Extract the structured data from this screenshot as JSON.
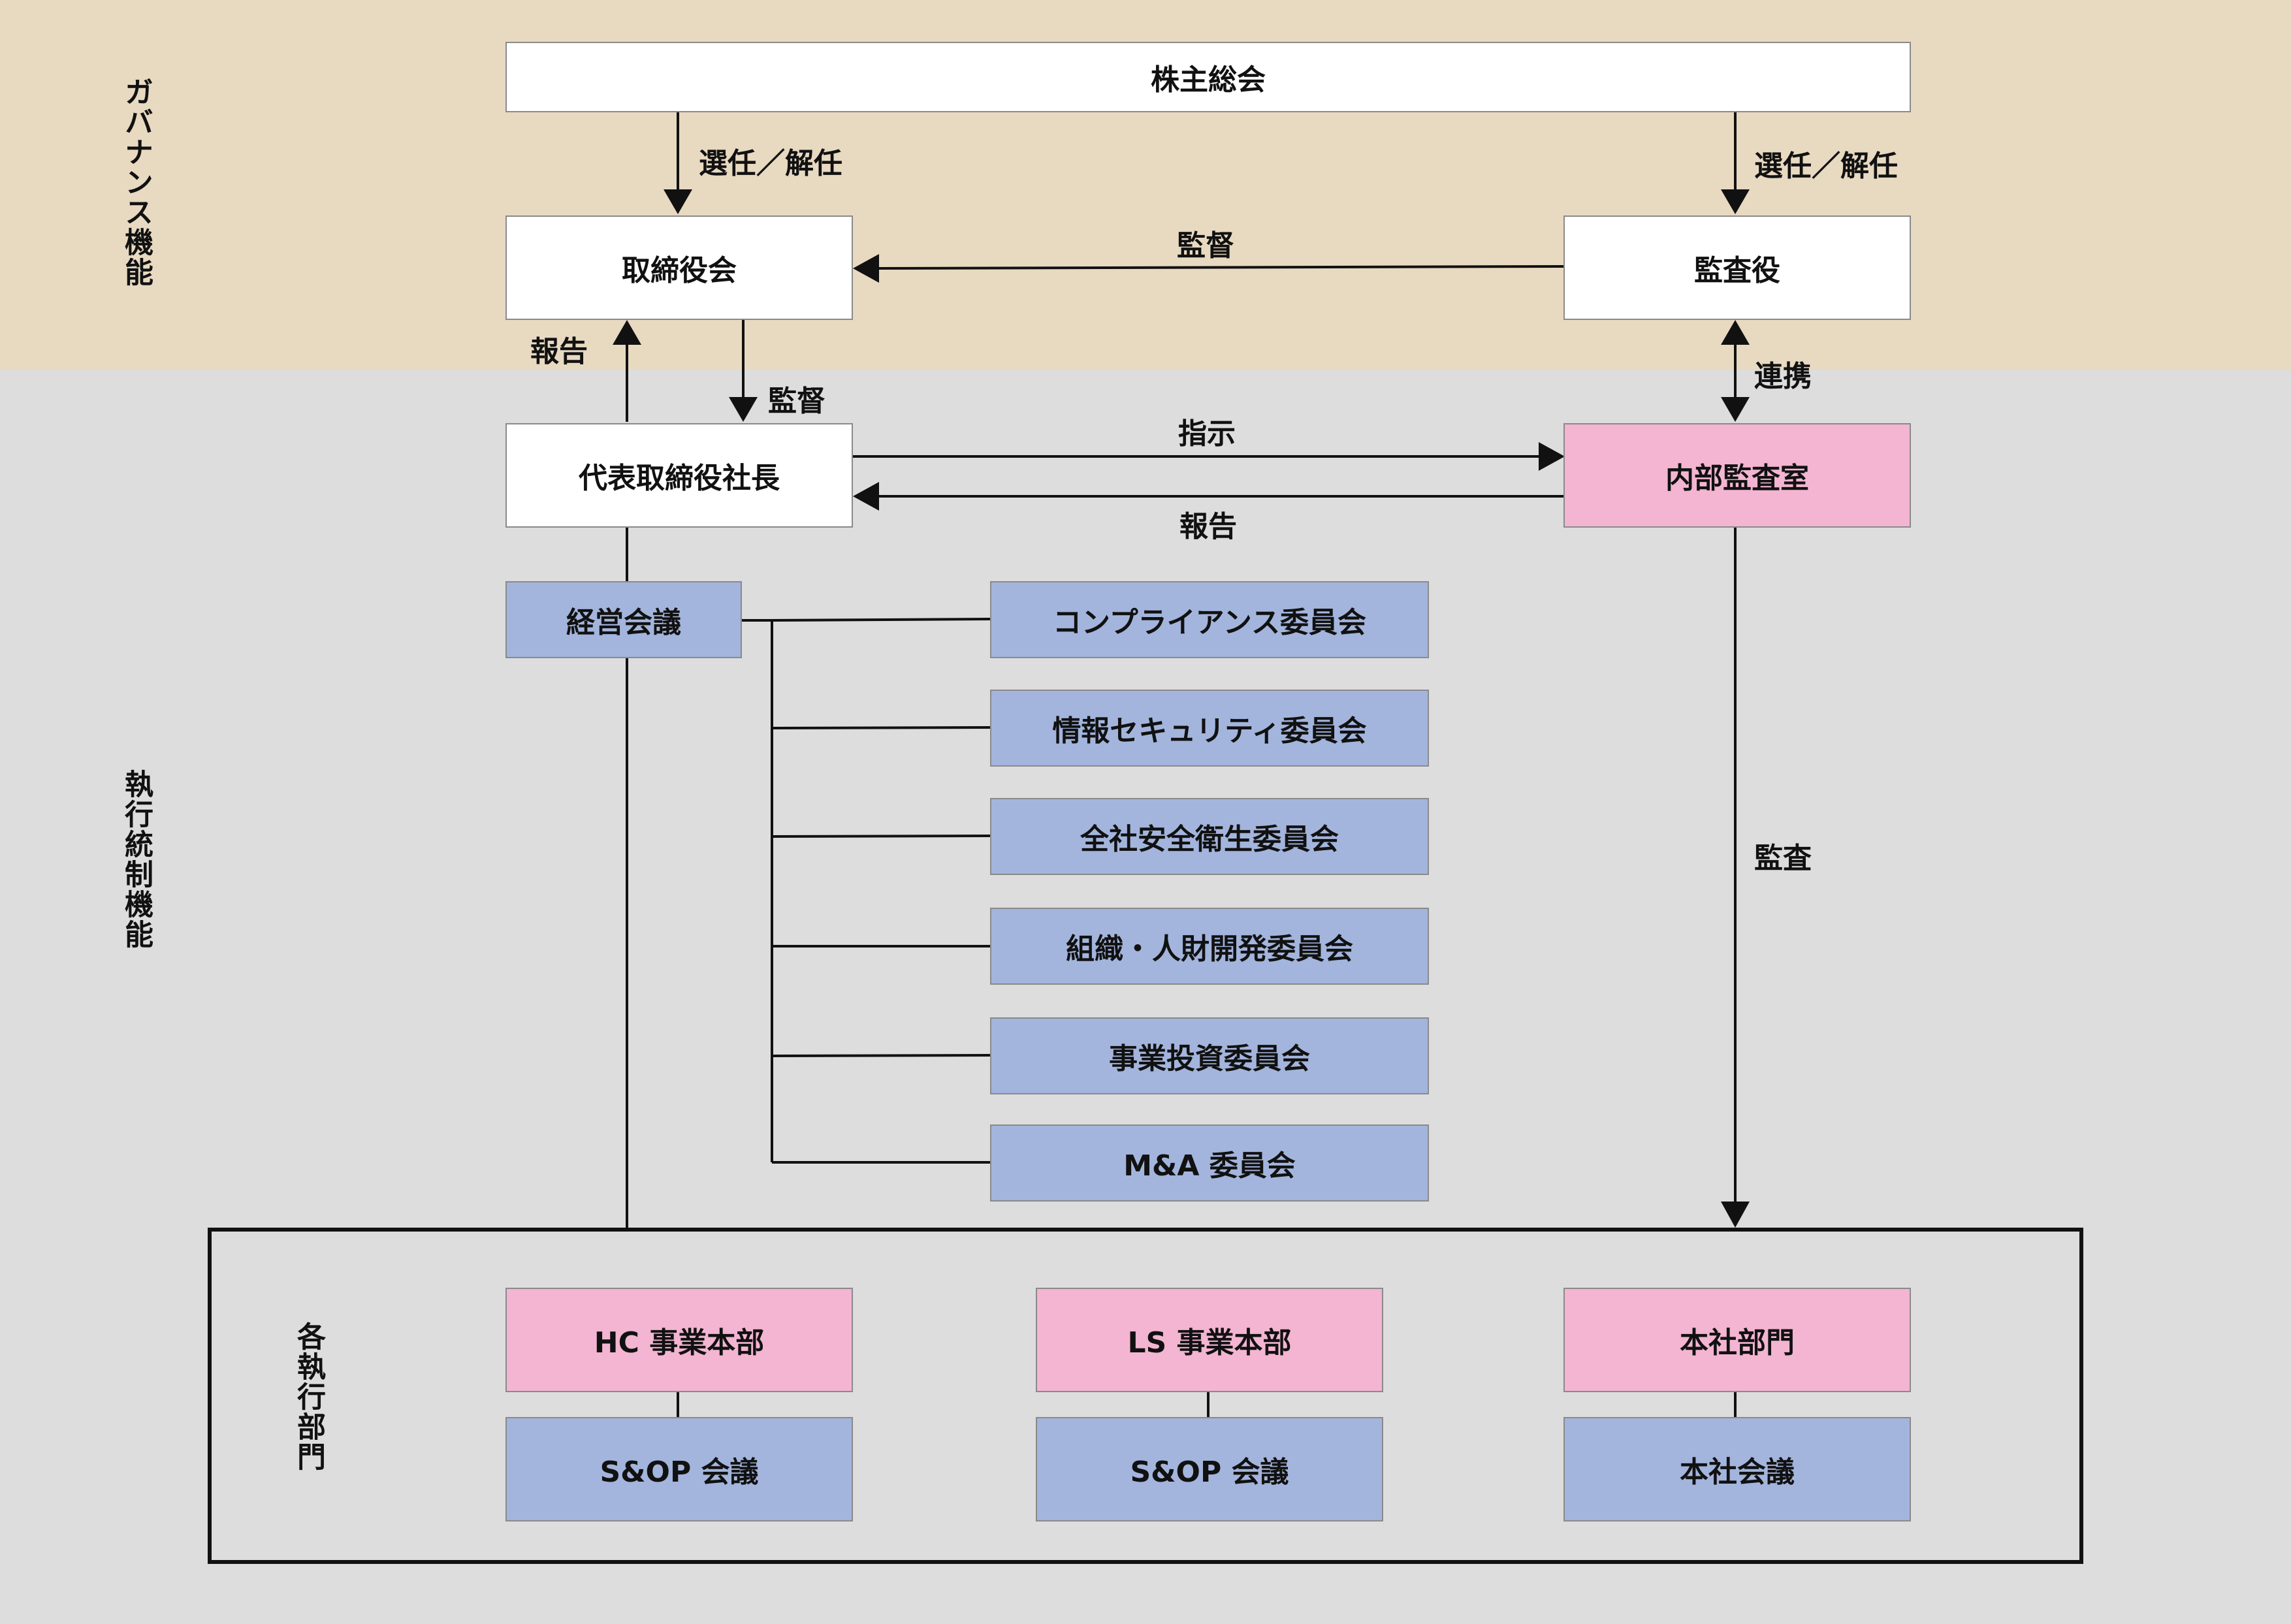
{
  "sections": {
    "governance": "ガバナンス機能",
    "execution": "執行統制機能",
    "departments": "各執行部門"
  },
  "nodes": {
    "shareholders": "株主総会",
    "board": "取締役会",
    "auditor": "監査役",
    "ceo": "代表取締役社長",
    "internal_audit": "内部監査室",
    "management_meeting": "経営会議",
    "committees": [
      "コンプライアンス委員会",
      "情報セキュリティ委員会",
      "全社安全衛生委員会",
      "組織・人財開発委員会",
      "事業投資委員会",
      "M&A 委員会"
    ],
    "divisions": [
      {
        "name": "HC 事業本部",
        "meeting": "S&OP 会議"
      },
      {
        "name": "LS 事業本部",
        "meeting": "S&OP 会議"
      },
      {
        "name": "本社部門",
        "meeting": "本社会議"
      }
    ]
  },
  "edges": {
    "elect_left": "選任／解任",
    "elect_right": "選任／解任",
    "audit_supervise": "監督",
    "board_report": "報告",
    "board_supervise": "監督",
    "cooperation": "連携",
    "instruct": "指示",
    "report_back": "報告",
    "audit": "監査"
  },
  "colors": {
    "governance_band": "#e8d9c1",
    "execution_band": "#dcdddc",
    "white_box": "#ffffff",
    "pink_box": "#f3b5d1",
    "blue_box": "#a3b5dd"
  }
}
